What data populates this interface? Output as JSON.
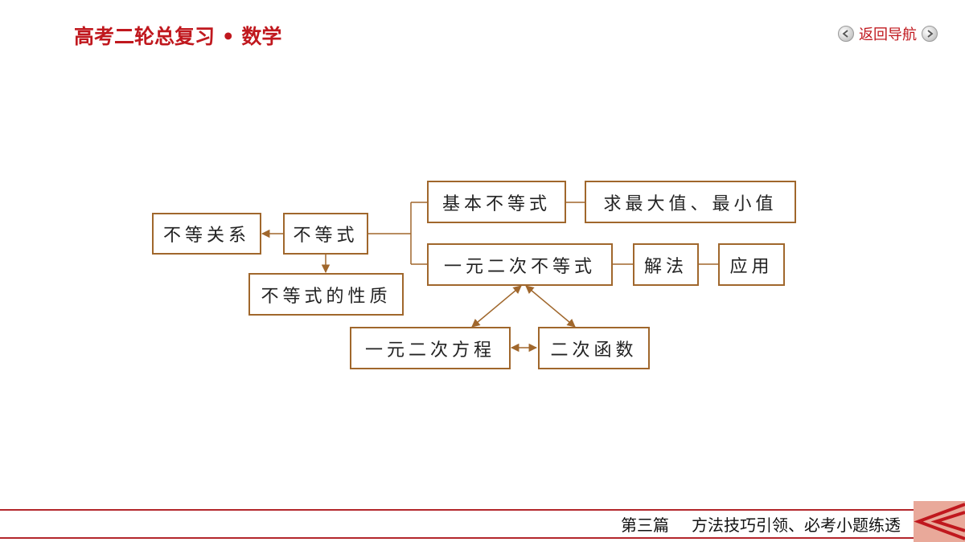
{
  "header": {
    "title": "高考二轮总复习 • 数学"
  },
  "nav": {
    "label": "返回导航",
    "prev_icon": "left-arrow-icon",
    "next_icon": "right-arrow-icon"
  },
  "diagram": {
    "nodes": {
      "inequality_relation": "不等关系",
      "inequality": "不等式",
      "inequality_properties": "不等式的性质",
      "basic_inequality": "基本不等式",
      "max_min": "求最大值、最小值",
      "quadratic_inequality": "一元二次不等式",
      "solution_method": "解法",
      "application": "应用",
      "quadratic_equation": "一元二次方程",
      "quadratic_function": "二次函数"
    }
  },
  "footer": {
    "part": "第三篇",
    "subtitle": "方法技巧引领、必考小题练透"
  },
  "colors": {
    "brand_red": "#c0181e",
    "box_border": "#a0672c",
    "connector": "#a0672c"
  }
}
